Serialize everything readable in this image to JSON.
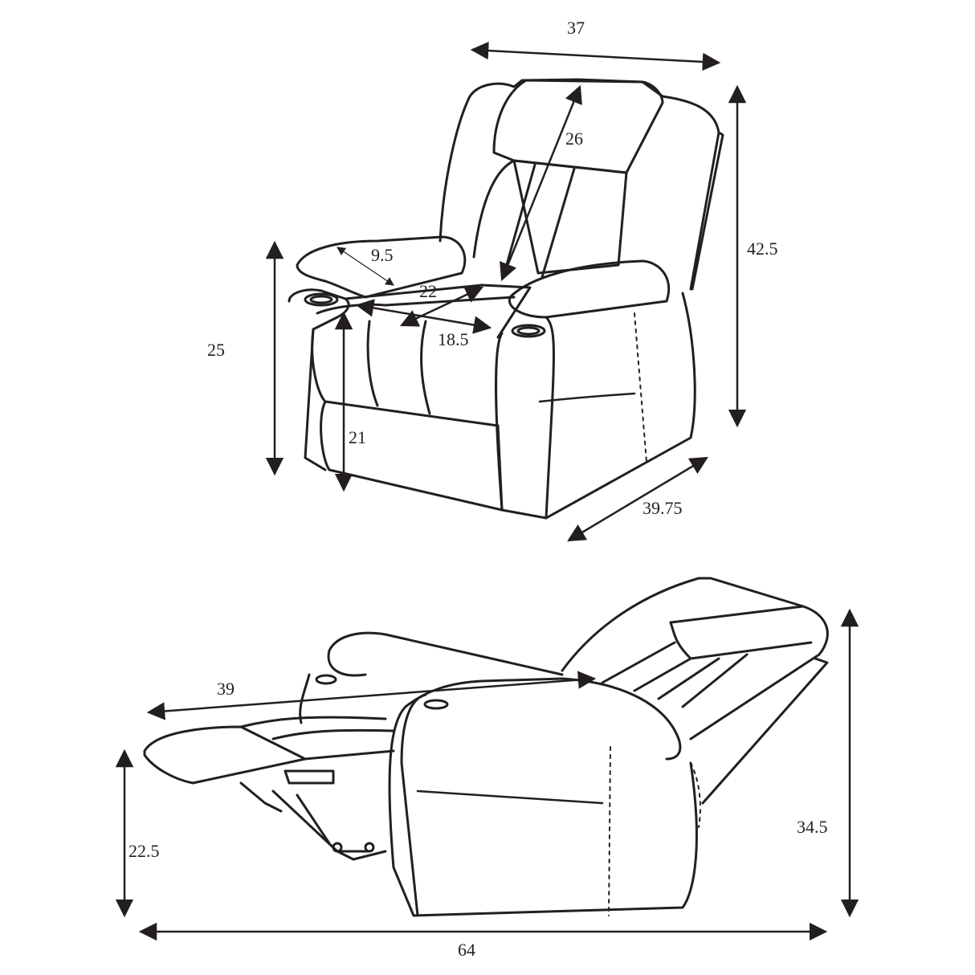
{
  "diagram": {
    "subject": "Power recliner chair dimensions",
    "colors": {
      "line": "#231f20",
      "background": "#ffffff"
    },
    "upright_view": {
      "dimensions": {
        "overall_width": "37",
        "back_height": "26",
        "overall_height": "42.5",
        "arm_width": "9.5",
        "seat_width": "22",
        "seat_depth": "18.5",
        "arm_height": "25",
        "seat_height": "21",
        "overall_depth": "39.75"
      }
    },
    "reclined_view": {
      "dimensions": {
        "reclined_length": "39",
        "footrest_height": "22.5",
        "reclined_height": "34.5",
        "overall_reclined_length": "64"
      }
    }
  }
}
